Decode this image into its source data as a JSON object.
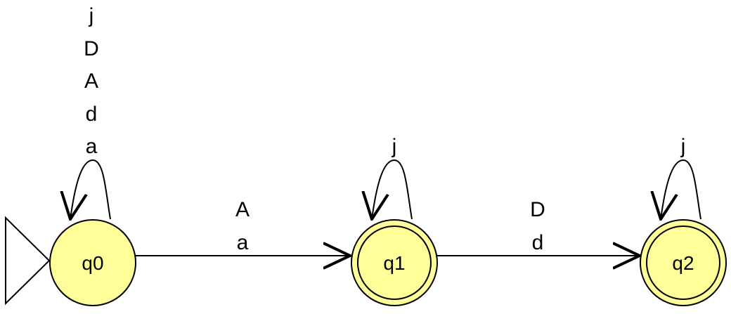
{
  "automaton": {
    "states": [
      {
        "id": "q0",
        "label": "q0",
        "initial": true,
        "accepting": false
      },
      {
        "id": "q1",
        "label": "q1",
        "initial": false,
        "accepting": true
      },
      {
        "id": "q2",
        "label": "q2",
        "initial": false,
        "accepting": true
      }
    ],
    "transitions": {
      "q0_loop": [
        "j",
        "D",
        "A",
        "d",
        "a"
      ],
      "q0_to_q1": [
        "A",
        "a"
      ],
      "q1_loop": [
        "j"
      ],
      "q1_to_q2": [
        "D",
        "d"
      ],
      "q2_loop": [
        "j"
      ]
    }
  },
  "colors": {
    "state_fill": "#ffff99",
    "stroke": "#000000",
    "background": "#ffffff"
  }
}
